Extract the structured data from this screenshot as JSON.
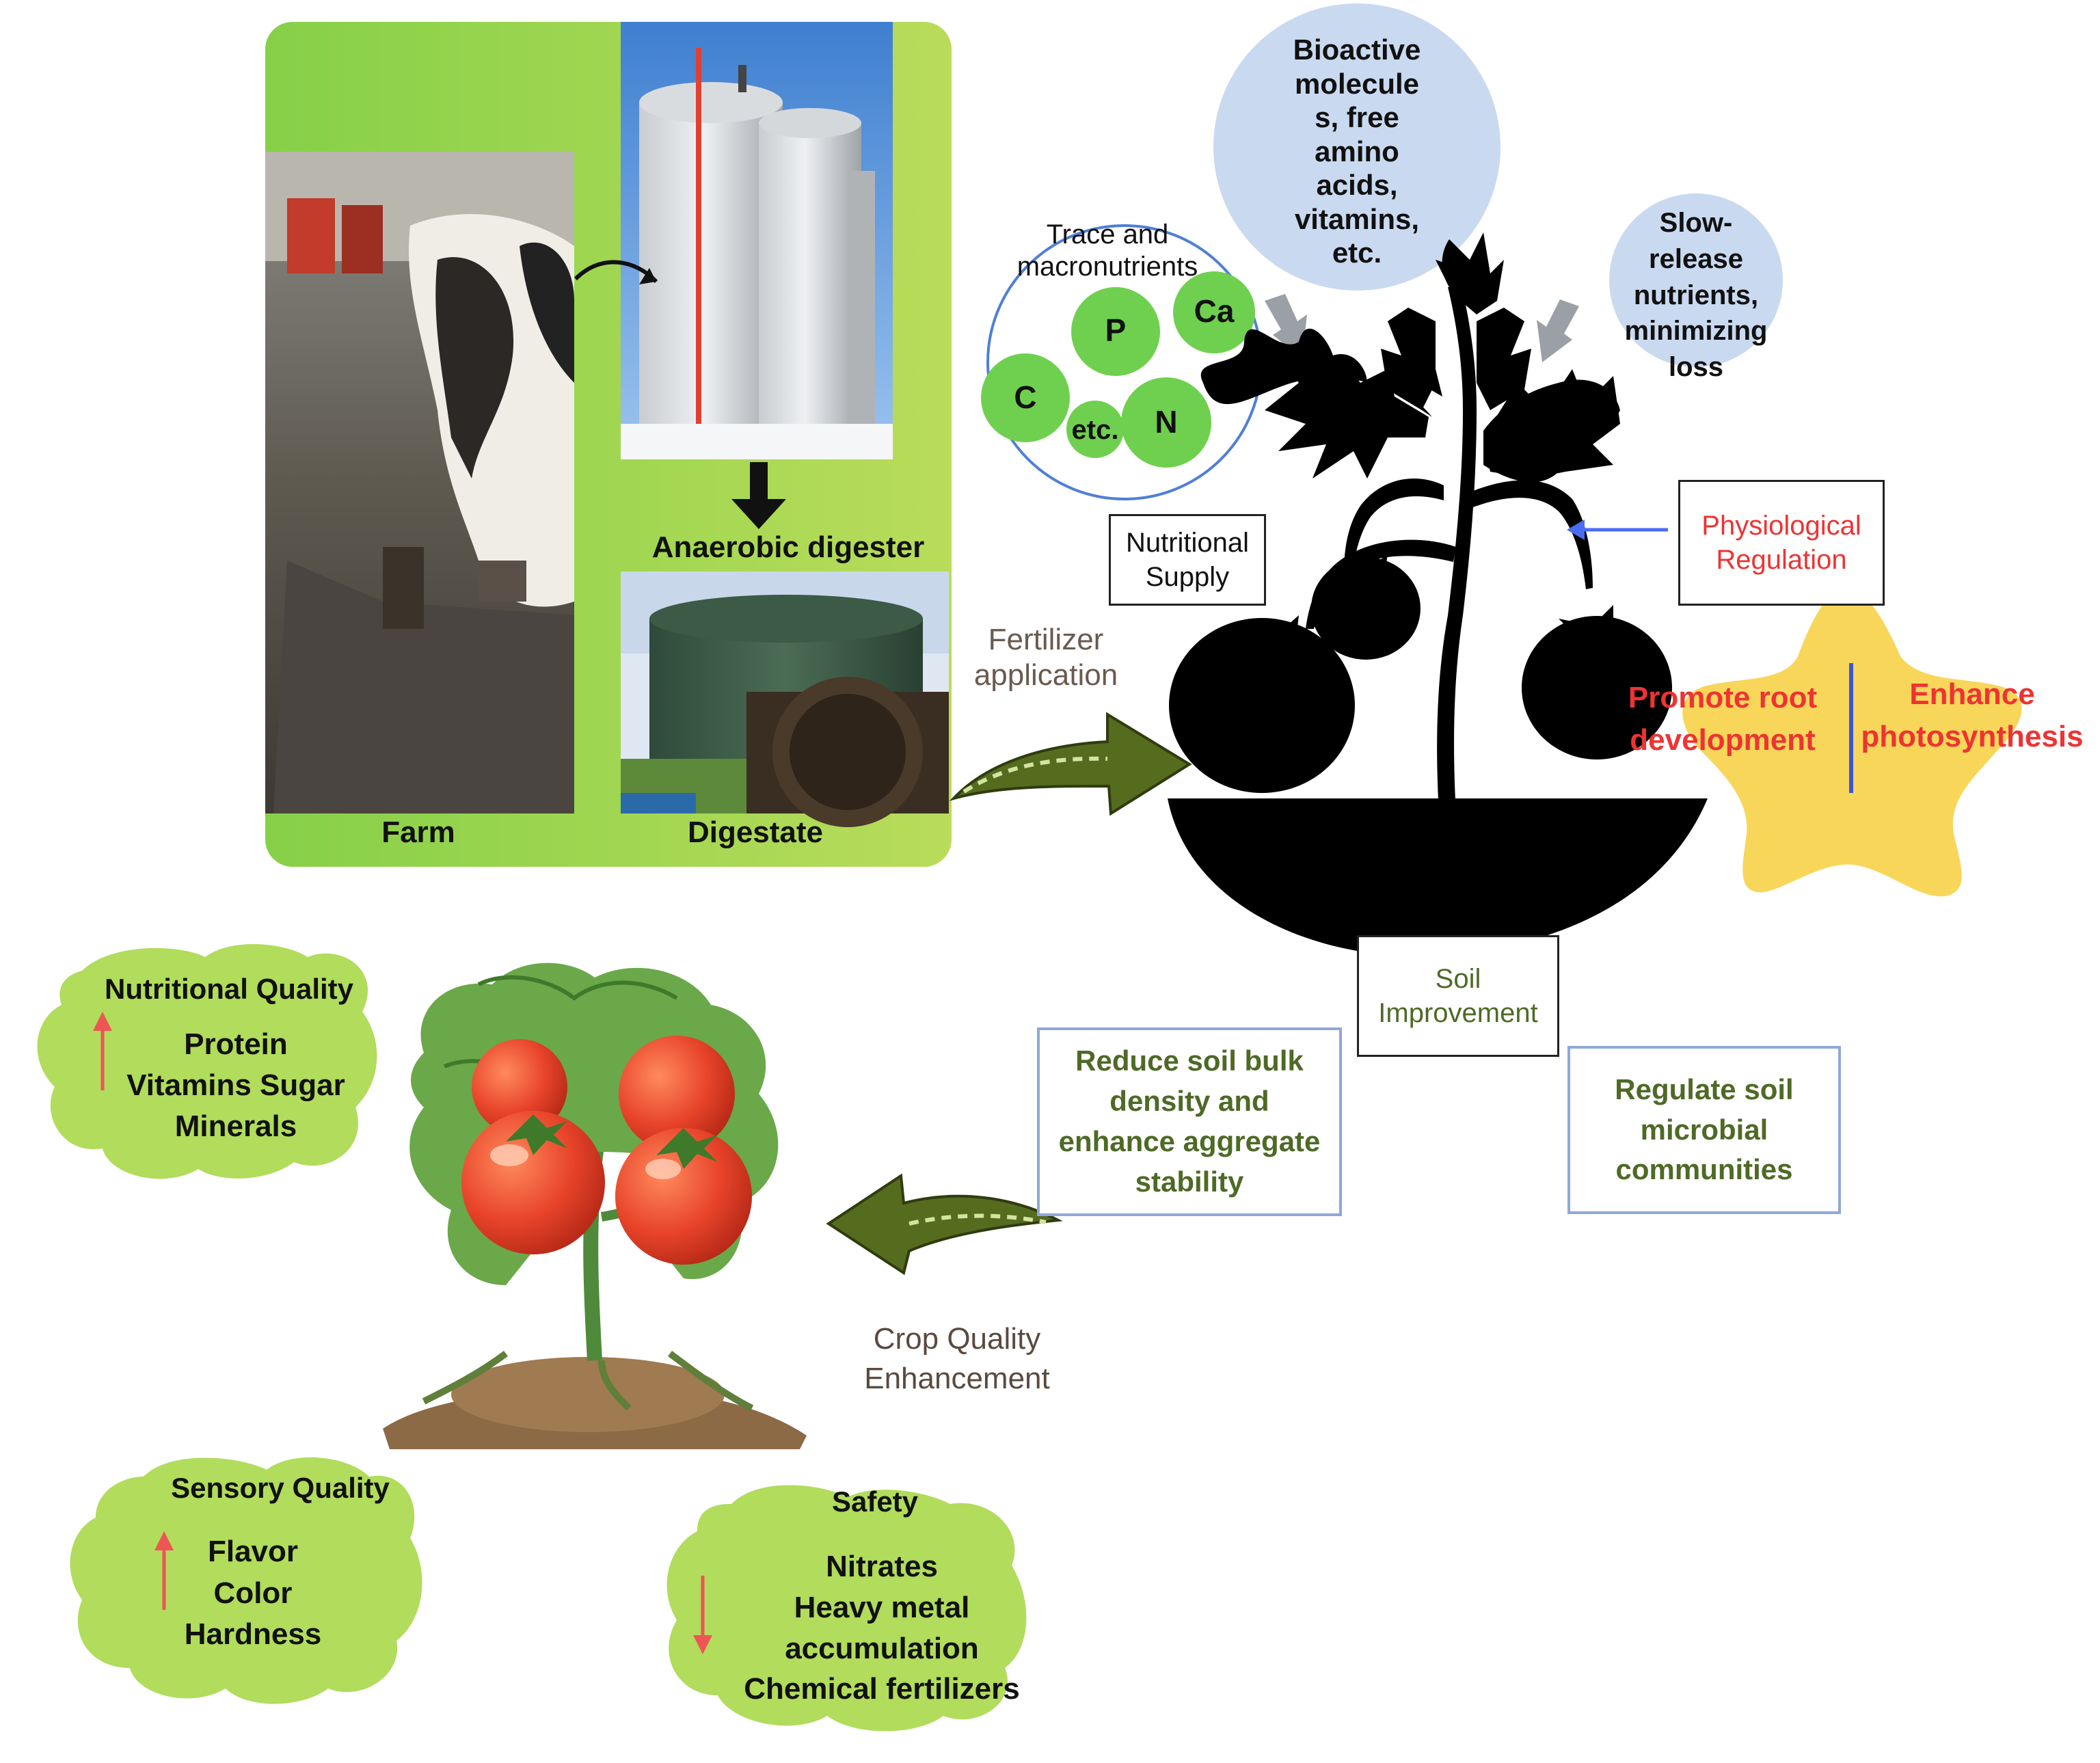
{
  "panel": {
    "farm_label": "Farm",
    "digester_label": "Anaerobic digester",
    "digestate_label": "Digestate"
  },
  "arrows": {
    "fertilizer_line1": "Fertilizer",
    "fertilizer_line2": "application",
    "crop_line1": "Crop Quality",
    "crop_line2": "Enhancement"
  },
  "nutrients": {
    "title_line1": "Trace and",
    "title_line2": "macronutrients",
    "p": "P",
    "ca": "Ca",
    "c": "C",
    "etc": "etc.",
    "n": "N"
  },
  "bioactive": {
    "line1": "Bioactive",
    "line2": "molecule",
    "line3": "s, free",
    "line4": "amino",
    "line5": "acids,",
    "line6": "vitamins,",
    "line7": "etc."
  },
  "slow_release": {
    "line1": "Slow-",
    "line2": "release",
    "line3": "nutrients,",
    "line4": "minimizing",
    "line5": "loss"
  },
  "boxes": {
    "nutritional_supply_1": "Nutritional",
    "nutritional_supply_2": "Supply",
    "physiological_1": "Physiological",
    "physiological_2": "Regulation",
    "soil_improvement_1": "Soil",
    "soil_improvement_2": "Improvement"
  },
  "star": {
    "left_1": "Promote root",
    "left_2": "development",
    "right_1": "Enhance",
    "right_2": "photosynthesis"
  },
  "soil_effects": {
    "bulk_1": "Reduce soil bulk",
    "bulk_2": "density and",
    "bulk_3": "enhance aggregate",
    "bulk_4": "stability",
    "micro_1": "Regulate soil",
    "micro_2": "microbial",
    "micro_3": "communities"
  },
  "quality": {
    "nutritional_title": "Nutritional Quality",
    "nutritional_1": "Protein",
    "nutritional_2": "Vitamins Sugar",
    "nutritional_3": "Minerals",
    "sensory_title": "Sensory Quality",
    "sensory_1": "Flavor",
    "sensory_2": "Color",
    "sensory_3": "Hardness",
    "safety_title": "Safety",
    "safety_1": "Nitrates",
    "safety_2": "Heavy metal",
    "safety_3": "accumulation",
    "safety_4": "Chemical fertilizers"
  },
  "colors": {
    "panel_green": "#9ad24f",
    "light_blue": "#c9d9f0",
    "nutrient_green": "#6fd04f",
    "star_yellow": "#f7d65a",
    "red_text": "#ee3333",
    "dark_olive_arrow": "#556b1e",
    "cloud_green": "#a9d84a"
  }
}
